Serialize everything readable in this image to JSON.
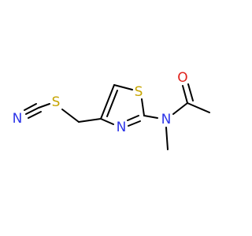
{
  "atoms": {
    "sulfur_ring": "S",
    "nitrogen_ring": "N",
    "nitrogen_amide": "N",
    "oxygen": "O",
    "sulfur_thiocyanate": "S",
    "nitrogen_nitrile": "N"
  },
  "colors": {
    "carbon_bond": "#000000",
    "sulfur": "#c6a400",
    "nitrogen": "#2d35e8",
    "oxygen": "#e0231d"
  }
}
